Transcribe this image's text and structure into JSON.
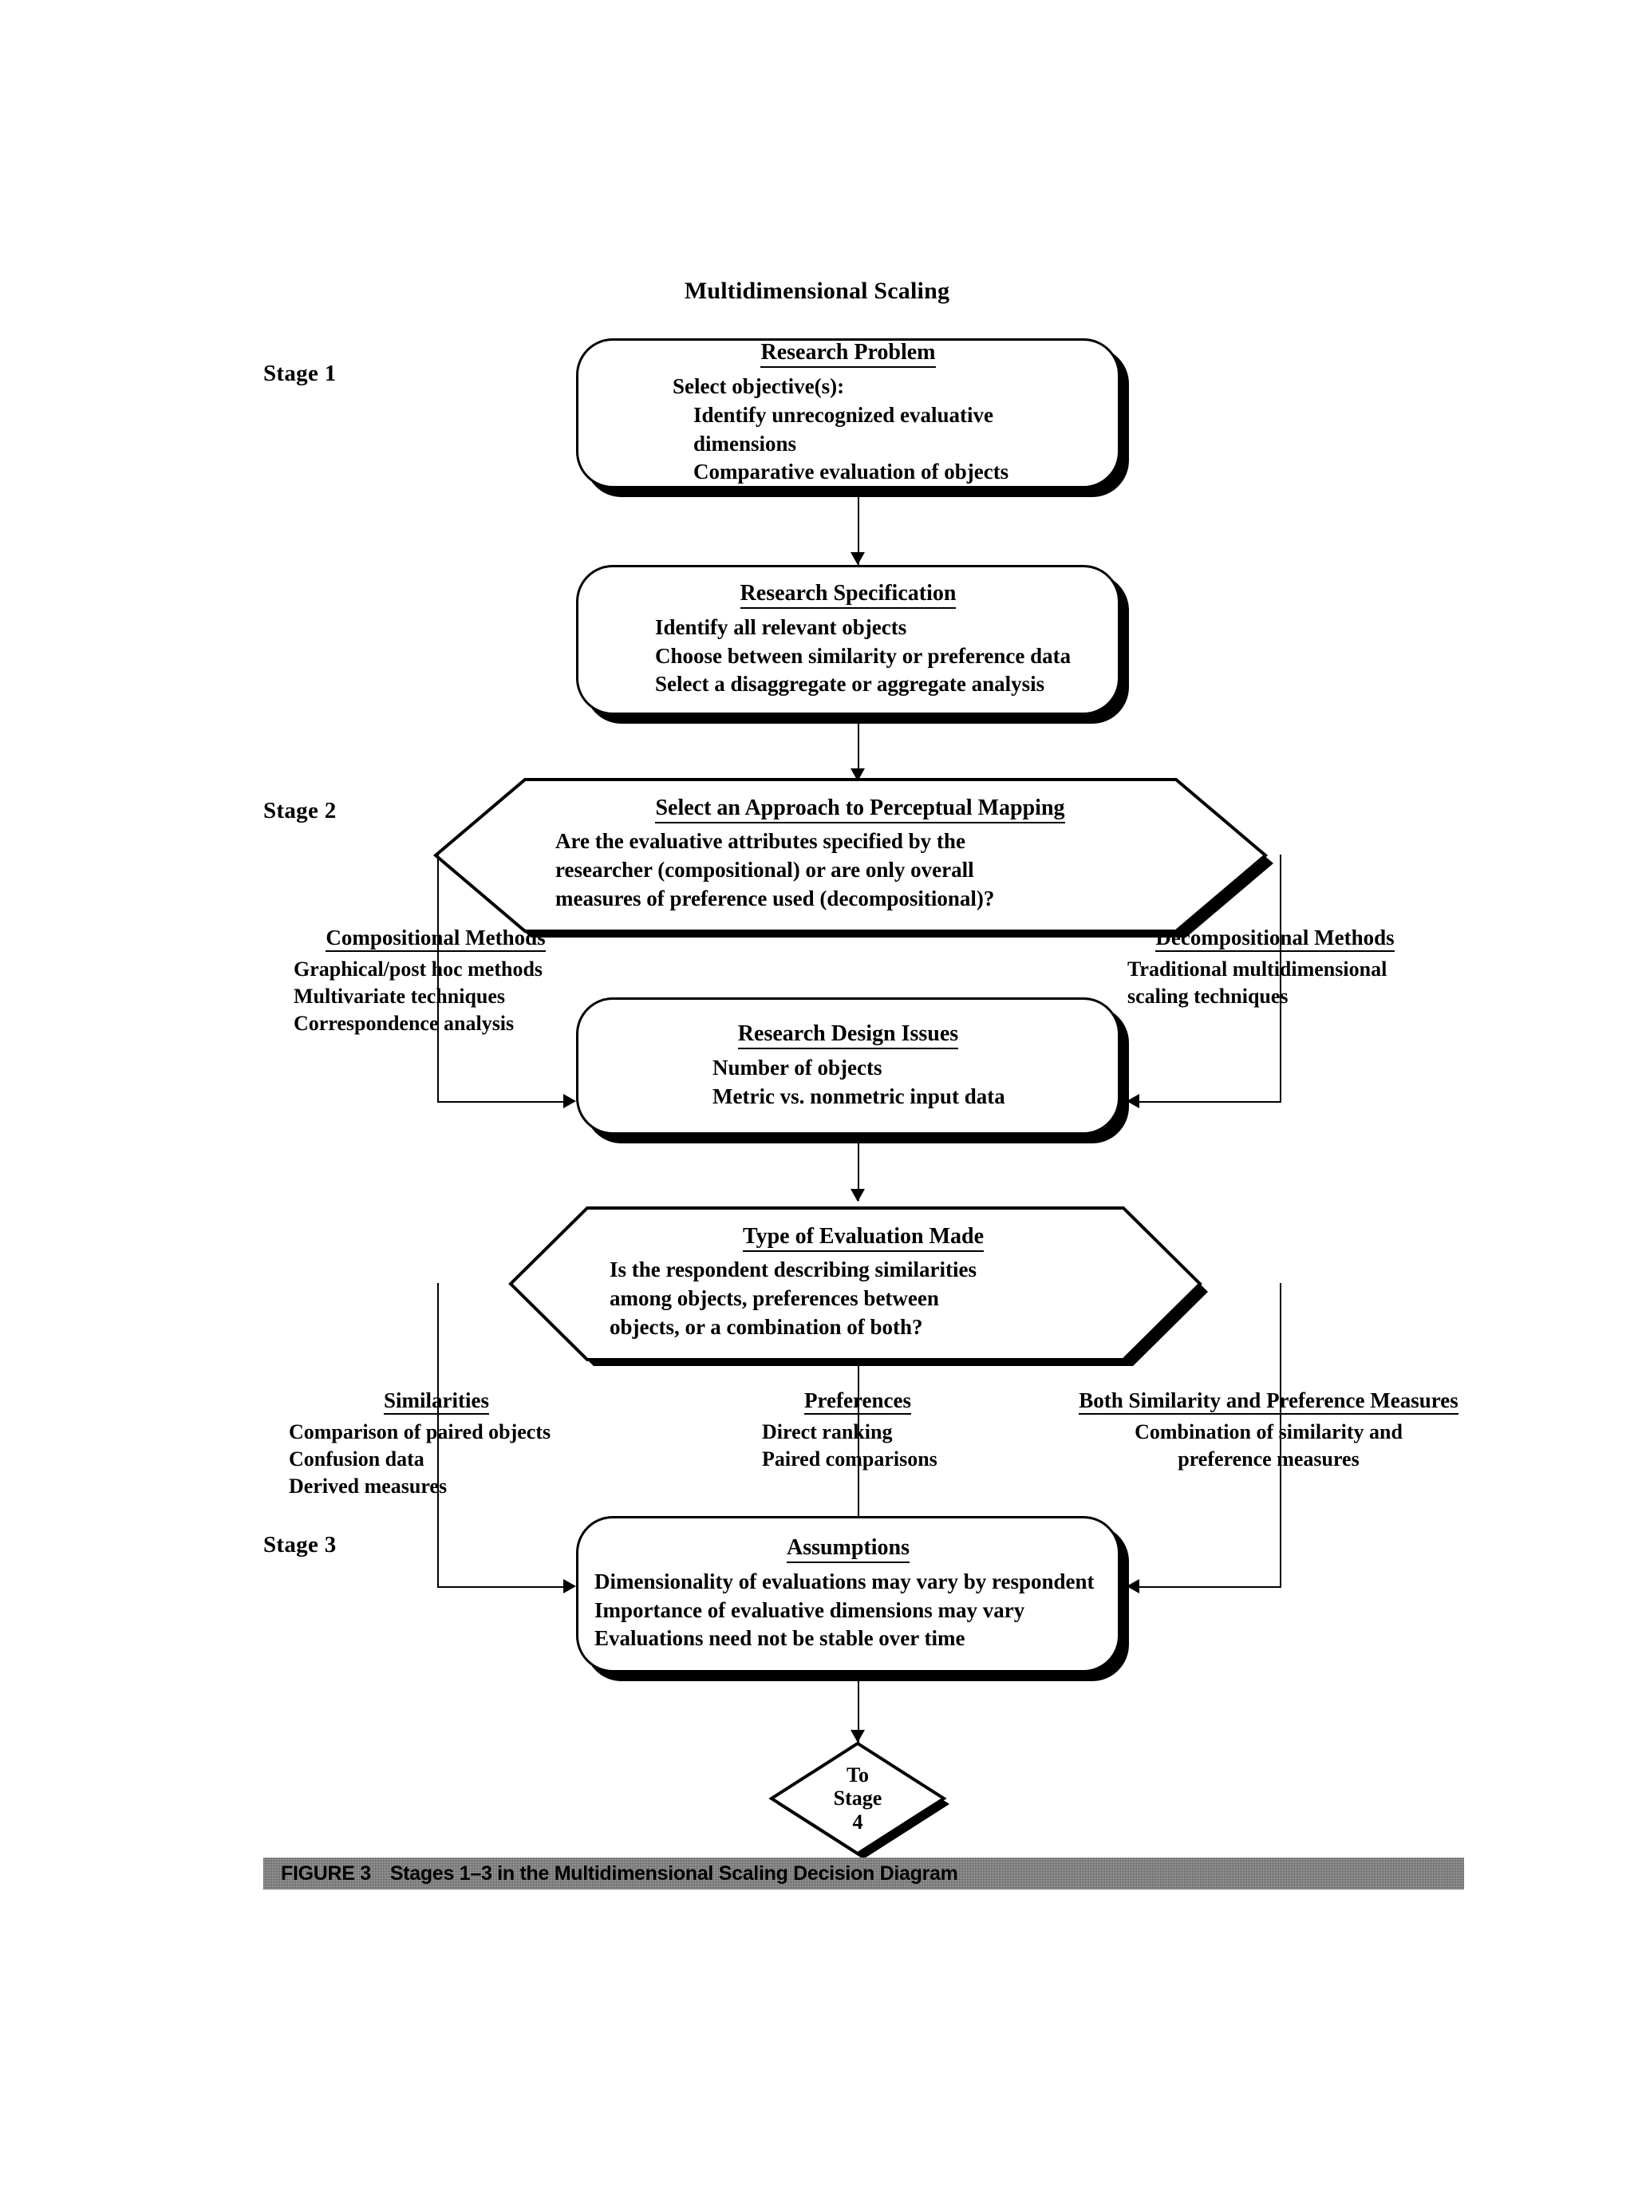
{
  "diagram": {
    "title": "Multidimensional Scaling",
    "stage_labels": [
      {
        "id": "stage-1",
        "text": "Stage 1"
      },
      {
        "id": "stage-2",
        "text": "Stage 2"
      },
      {
        "id": "stage-3",
        "text": "Stage 3"
      }
    ]
  },
  "nodes": {
    "research_problem": {
      "title": "Research Problem",
      "lines": [
        "Select objective(s):",
        "Identify unrecognized evaluative dimensions",
        "Comparative evaluation of objects"
      ]
    },
    "research_specification": {
      "title": "Research Specification",
      "lines": [
        "Identify all relevant objects",
        "Choose between similarity or preference data",
        "Select a disaggregate or aggregate analysis"
      ]
    },
    "select_approach": {
      "title": "Select an Approach to Perceptual Mapping",
      "lines": [
        "Are the evaluative attributes specified by the",
        "researcher (compositional) or are only overall",
        "measures of preference used (decompositional)?"
      ]
    },
    "research_design_issues": {
      "title": "Research Design Issues",
      "lines": [
        "Number of objects",
        "Metric vs. nonmetric input data"
      ]
    },
    "type_of_evaluation": {
      "title": "Type of Evaluation Made",
      "lines": [
        "Is the respondent describing similarities",
        "among objects, preferences between",
        "objects, or a combination of both?"
      ]
    },
    "assumptions": {
      "title": "Assumptions",
      "lines": [
        "Dimensionality of evaluations may vary by respondent",
        "Importance of evaluative dimensions may vary",
        "Evaluations need not be stable over time"
      ]
    },
    "to_stage_4": {
      "lines": [
        "To",
        "Stage",
        "4"
      ]
    }
  },
  "branches": {
    "compositional": {
      "title": "Compositional Methods",
      "lines": [
        "Graphical/post hoc methods",
        "Multivariate techniques",
        "Correspondence analysis"
      ]
    },
    "decompositional": {
      "title": "Decompositional Methods",
      "lines": [
        "Traditional multidimensional",
        "scaling techniques"
      ]
    },
    "similarities": {
      "title": "Similarities",
      "lines": [
        "Comparison of paired objects",
        "Confusion data",
        "Derived measures"
      ]
    },
    "preferences": {
      "title": "Preferences",
      "lines": [
        "Direct ranking",
        "Paired comparisons"
      ]
    },
    "both": {
      "title": "Both Similarity and Preference Measures",
      "lines": [
        "Combination of similarity and",
        "preference measures"
      ]
    }
  },
  "caption": {
    "figure_number": "FIGURE 3",
    "text": "Stages 1–3 in the Multidimensional Scaling Decision Diagram"
  },
  "colors": {
    "stroke": "#000000",
    "background": "#ffffff",
    "caption_bar_light": "#d2d2d2",
    "caption_bar_dark": "#9a9a9a"
  }
}
